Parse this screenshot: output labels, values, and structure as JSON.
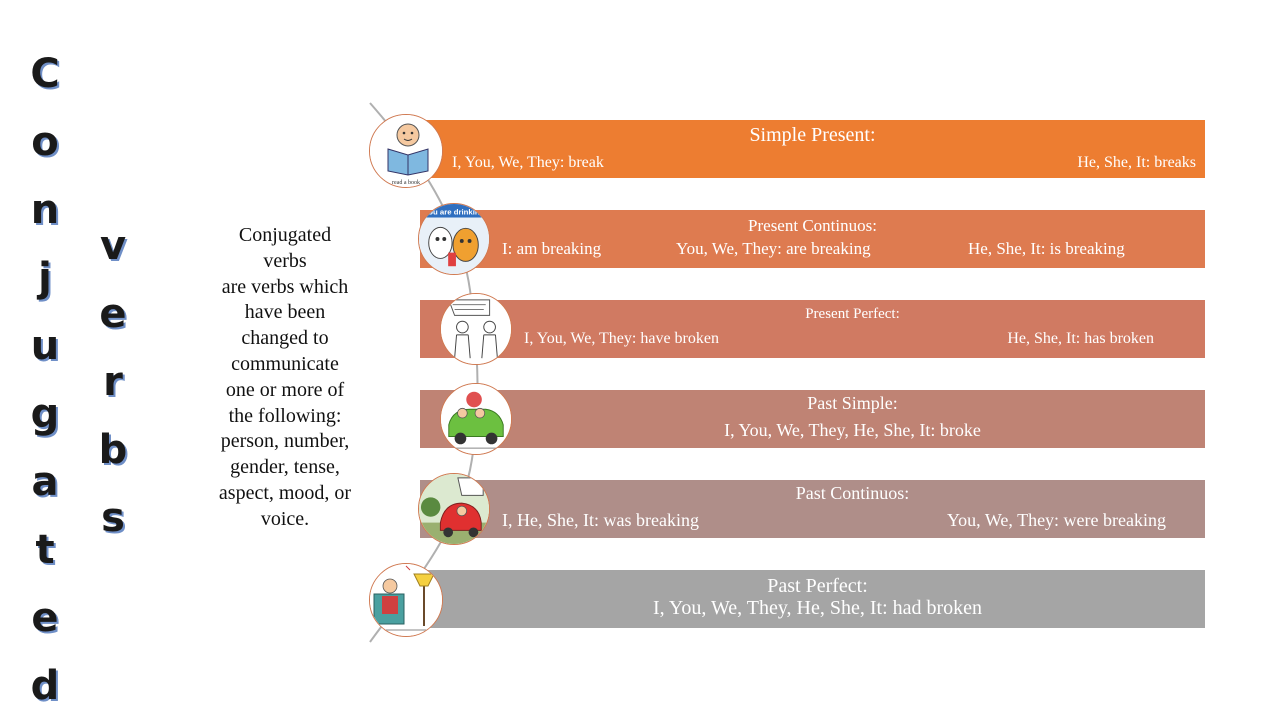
{
  "title_letters": [
    "C",
    "o",
    "n",
    "j",
    "u",
    "g",
    "a",
    "t",
    "e",
    "d"
  ],
  "subtitle_letters": [
    "v",
    "e",
    "r",
    "b",
    "s"
  ],
  "description": [
    "Conjugated",
    "verbs",
    "are verbs which",
    "have been",
    "changed to",
    "communicate",
    "one or more of",
    "the following:",
    "person, number,",
    "gender, tense,",
    "aspect, mood, or",
    "voice."
  ],
  "tenses": [
    {
      "title": "Simple Present:",
      "cells": [
        "I, You, We, They: break",
        "He, She, It: breaks"
      ],
      "color": "#ED7D31",
      "image_caption": "read a book"
    },
    {
      "title": "Present Continuos:",
      "cells": [
        "I: am breaking",
        "You, We, They: are breaking",
        "He, She, It: is breaking"
      ],
      "color": "#DE7B50",
      "image_caption": "You are drinking"
    },
    {
      "title": "Present Perfect:",
      "cells": [
        "I, You, We, They: have broken",
        "He, She, It: has broken"
      ],
      "color": "#D07A62"
    },
    {
      "title": "Past Simple:",
      "cells": [
        "I, You, We, They, He, She, It: broke"
      ],
      "color": "#BF8374"
    },
    {
      "title": "Past Continuos:",
      "cells": [
        "I, He, She, It: was breaking",
        "You, We, They: were breaking"
      ],
      "color": "#AF8E89"
    },
    {
      "title": "Past Perfect:",
      "cells": [
        "I, You, We, They, He, She, It: had broken"
      ],
      "color": "#A5A5A5"
    }
  ]
}
